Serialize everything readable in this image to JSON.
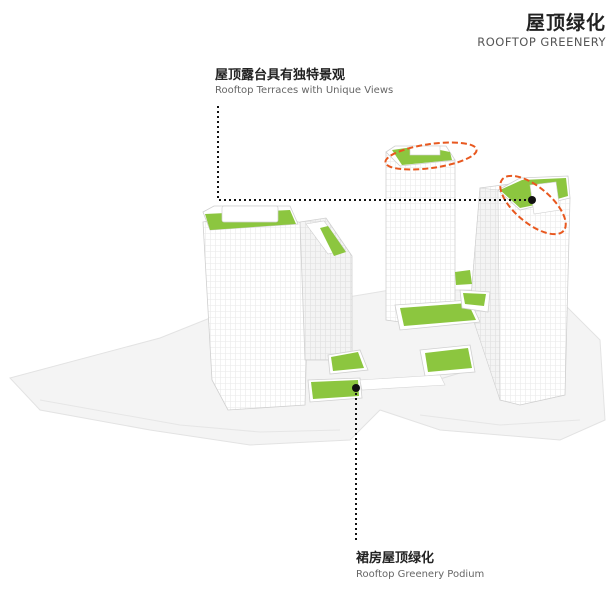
{
  "header": {
    "title_cn": "屋顶绿化",
    "title_en": "ROOFTOP GREENERY"
  },
  "callouts": [
    {
      "label_cn": "屋顶露台具有独特景观",
      "label_en": "Rooftop Terraces with Unique Views"
    },
    {
      "label_cn": "裙房屋顶绿化",
      "label_en": "Rooftop Greenery Podium"
    }
  ],
  "colors": {
    "greenery": "#8cc63f",
    "building": "#ffffff",
    "facade_line": "#d9d9d9",
    "ground": "#f3f3f3",
    "highlight": "#e8581f",
    "leader": "#111111"
  }
}
